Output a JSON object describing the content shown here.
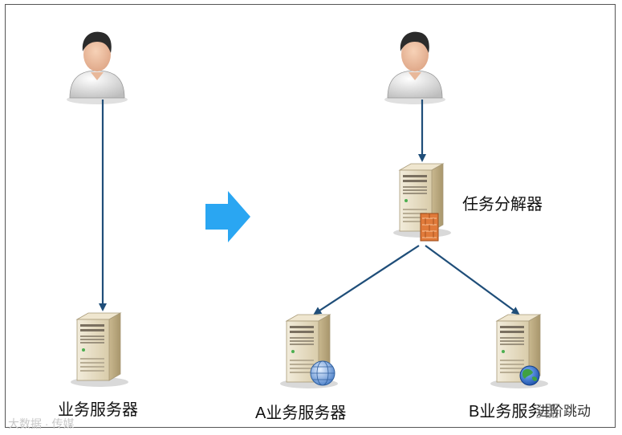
{
  "labels": {
    "left_server": "业务服务器",
    "decomposer": "任务分解器",
    "server_a": "A业务服务器",
    "server_b": "B业务服务器"
  },
  "watermarks": {
    "left": "大数据 · 传媒",
    "right": "进阶跳动"
  },
  "colors": {
    "arrow_line": "#1f4e79",
    "transition_arrow": "#2aa6f2",
    "server_body": "#e7dcc2",
    "frame": "#555555"
  },
  "icons": [
    "user-icon",
    "server-icon",
    "firewall-icon",
    "globe-icon"
  ]
}
